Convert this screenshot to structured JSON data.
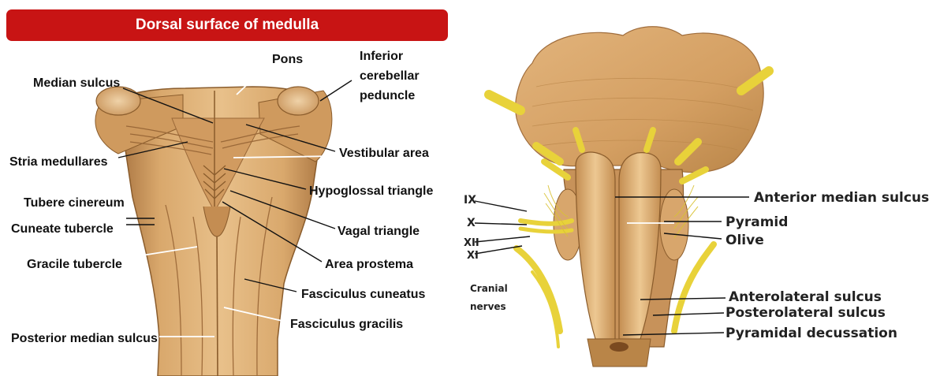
{
  "left": {
    "title": "Dorsal surface of medulla",
    "labels": {
      "pons": "Pons",
      "inferior_cerebellar_peduncle_1": "Inferior",
      "inferior_cerebellar_peduncle_2": "cerebellar",
      "inferior_cerebellar_peduncle_3": "peduncle",
      "median_sulcus": "Median sulcus",
      "stria_medullares": "Stria medullares",
      "vestibular_area": "Vestibular area",
      "hypoglossal_triangle": "Hypoglossal triangle",
      "tubere_cinereum": "Tubere cinereum",
      "cuneate_tubercle": "Cuneate tubercle",
      "vagal_triangle": "Vagal triangle",
      "gracile_tubercle": "Gracile tubercle",
      "area_prostema": "Area prostema",
      "fasciculus_cuneatus": "Fasciculus cuneatus",
      "fasciculus_gracilis": "Fasciculus gracilis",
      "posterior_median_sulcus": "Posterior median sulcus"
    }
  },
  "right": {
    "labels": {
      "ix": "IX",
      "x": "X",
      "xii": "XII",
      "xi": "XI",
      "cranial_1": "Cranial",
      "cranial_2": "nerves",
      "anterior_median_sulcus": "Anterior median sulcus",
      "pyramid": "Pyramid",
      "olive": "Olive",
      "anterolateral_sulcus": "Anterolateral sulcus",
      "posterolateral_sulcus": "Posterolateral sulcus",
      "pyramidal_decussation": "Pyramidal decussation"
    }
  },
  "colors": {
    "title_bar": "#c81414",
    "tissue": "#d9a86c",
    "tissue_dark": "#b07c45",
    "nerve": "#e8d23a"
  }
}
